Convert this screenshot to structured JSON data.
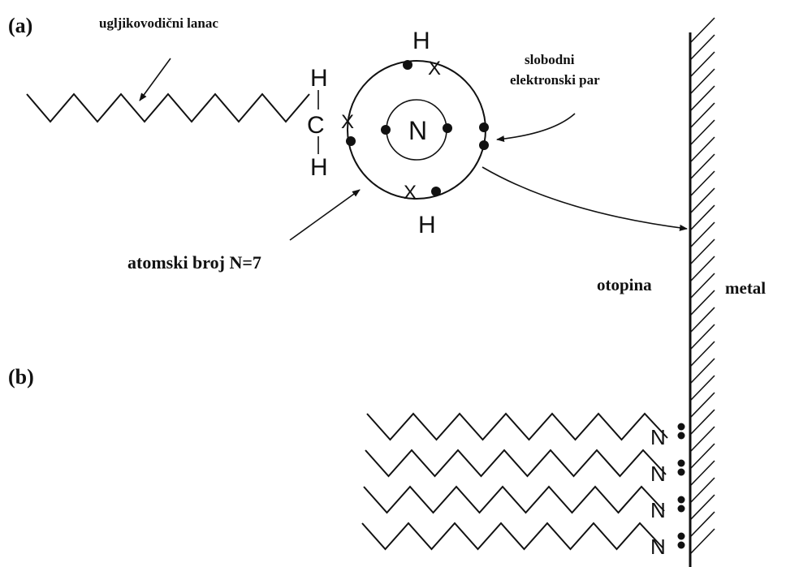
{
  "panel_a": {
    "label": "(a)",
    "chain_label": "ugljikovodični lanac",
    "atomic_number_label": "atomski broj N=7",
    "lone_pair_label_line1": "slobodni",
    "lone_pair_label_line2": "elektronski par",
    "carbon_symbol": "C",
    "hydrogen_symbol": "H",
    "nitrogen_symbol": "N",
    "cross_electron_symbol": "X"
  },
  "interface": {
    "solution_label": "otopina",
    "metal_label": "metal"
  },
  "panel_b": {
    "label": "(b)",
    "chain_end_symbol": "N",
    "adsorbed_chain_count": 4
  },
  "colors": {
    "ink": "#111111",
    "background": "#ffffff"
  }
}
